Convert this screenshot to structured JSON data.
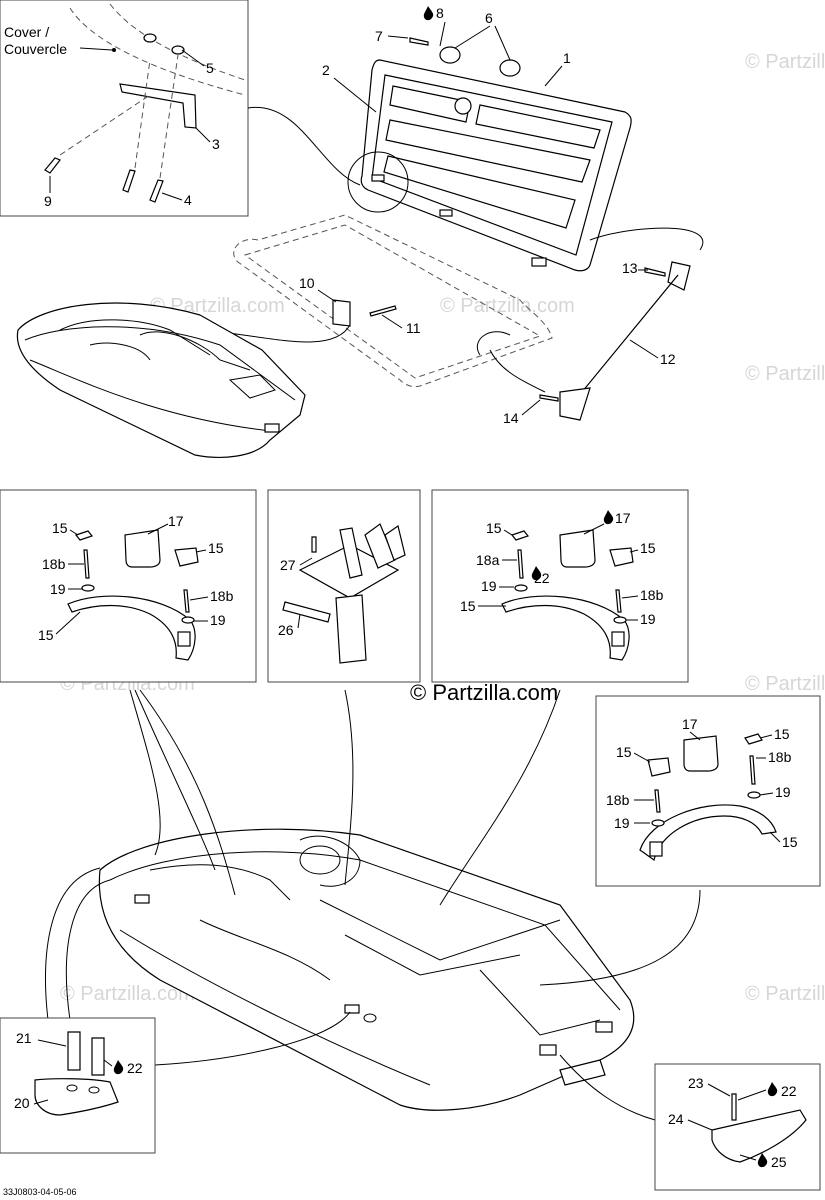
{
  "cover_label_line1": "Cover /",
  "cover_label_line2": "Couvercle",
  "watermark": "© Partzilla.com",
  "watermark_center": "© Partzilla.com",
  "diagram_code": "33J0803-04-05-06",
  "labels": {
    "n1": "1",
    "n2": "2",
    "n3": "3",
    "n4": "4",
    "n5": "5",
    "n6": "6",
    "n7": "7",
    "n8": "8",
    "n9": "9",
    "n10": "10",
    "n11": "11",
    "n12": "12",
    "n13": "13",
    "n14": "14",
    "n15": "15",
    "n17": "17",
    "n18a": "18a",
    "n18b": "18b",
    "n19": "19",
    "n20": "20",
    "n21": "21",
    "n22": "22",
    "n23": "23",
    "n24": "24",
    "n25": "25",
    "n26": "26",
    "n27": "27"
  }
}
